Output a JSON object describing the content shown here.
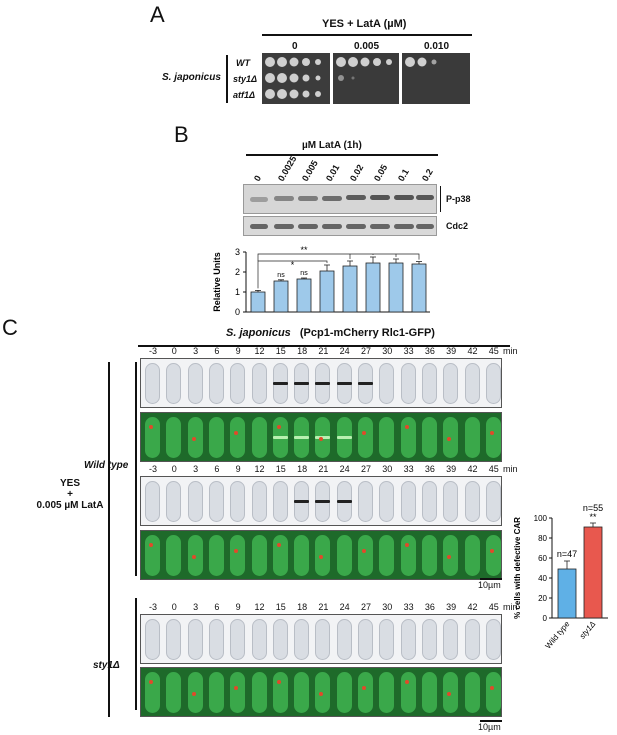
{
  "panelA": {
    "letter": "A",
    "header": "YES + LatA (µM)",
    "concentrations": [
      "0",
      "0.005",
      "0.010"
    ],
    "species": "S. japonicus",
    "strains": [
      "WT",
      "sty1Δ",
      "atf1Δ"
    ]
  },
  "panelB": {
    "letter": "B",
    "header": "µM LatA (1h)",
    "lanes": [
      "0",
      "0.0025",
      "0.005",
      "0.01",
      "0.02",
      "0.05",
      "0.1",
      "0.2"
    ],
    "blot_labels": [
      "P-p38",
      "Cdc2"
    ],
    "sig_labels": [
      "ns",
      "ns",
      "*",
      "**"
    ]
  },
  "panelC": {
    "letter": "C",
    "header_species": "S. japonicus",
    "header_rest": "(Pcp1-mCherry  Rlc1-GFP)",
    "times": [
      "-3",
      "0",
      "3",
      "6",
      "9",
      "12",
      "15",
      "18",
      "21",
      "24",
      "27",
      "30",
      "33",
      "36",
      "39",
      "42",
      "45"
    ],
    "time_unit": "min",
    "condition_line1": "YES",
    "condition_line2": "+",
    "condition_line3": "0.005 µM LatA",
    "group_wt": "Wild type",
    "group_mut": "sty1Δ",
    "scale_bar": "10µm"
  },
  "chart_data": [
    {
      "type": "bar",
      "categories": [
        "0",
        "0.0025",
        "0.005",
        "0.01",
        "0.02",
        "0.05",
        "0.1",
        "0.2"
      ],
      "values": [
        1.0,
        1.55,
        1.65,
        2.05,
        2.3,
        2.45,
        2.45,
        2.4
      ],
      "errors": [
        0.08,
        0.06,
        0.05,
        0.3,
        0.25,
        0.3,
        0.2,
        0.12
      ],
      "ylabel": "Relative Units",
      "ylim": [
        0,
        3
      ],
      "yticks": [
        0,
        1,
        2,
        3
      ],
      "bar_color": "#9ec9ea"
    },
    {
      "type": "bar",
      "categories": [
        "Wild type",
        "sty1Δ"
      ],
      "values": [
        49,
        91
      ],
      "errors": [
        8,
        4
      ],
      "annotations": [
        "n=47",
        "n=55"
      ],
      "sig": "**",
      "ylabel": "% cells with defective CAR",
      "ylim": [
        0,
        100
      ],
      "yticks": [
        0,
        20,
        40,
        60,
        80,
        100
      ],
      "colors": [
        "#5fb0e6",
        "#e8584e"
      ]
    }
  ]
}
